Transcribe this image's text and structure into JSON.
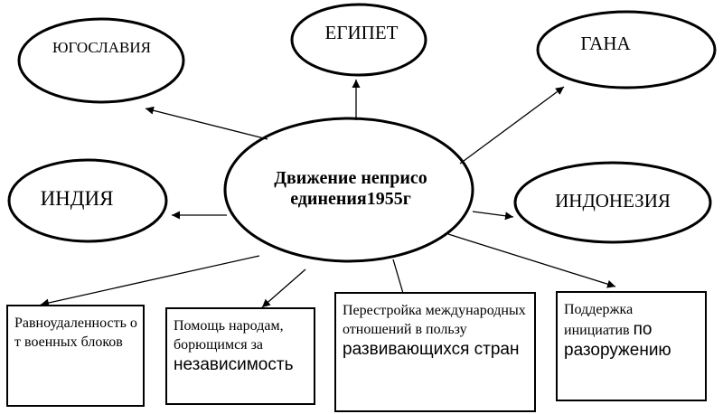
{
  "diagram": {
    "center_label": "Движение неприсоединения1955г",
    "countries": {
      "yugoslavia": "ЮГОСЛАВИЯ",
      "egypt": "ЕГИПЕТ",
      "ghana": "ГАНА",
      "india": "ИНДИЯ",
      "indonesia": "ИНДОНЕЗИЯ"
    },
    "principles": {
      "equidistance": "Равноудаленность от военных блоков",
      "help_part1": "Помощь народам, борющимся за",
      "help_part2": "независимость",
      "restructuring_part1": "Перестройка международных отношений в пользу",
      "restructuring_part2": "развивающихся стран",
      "support_part1": "Поддержка инициатив",
      "support_part2": "по",
      "support_part3": "разоружению"
    }
  }
}
